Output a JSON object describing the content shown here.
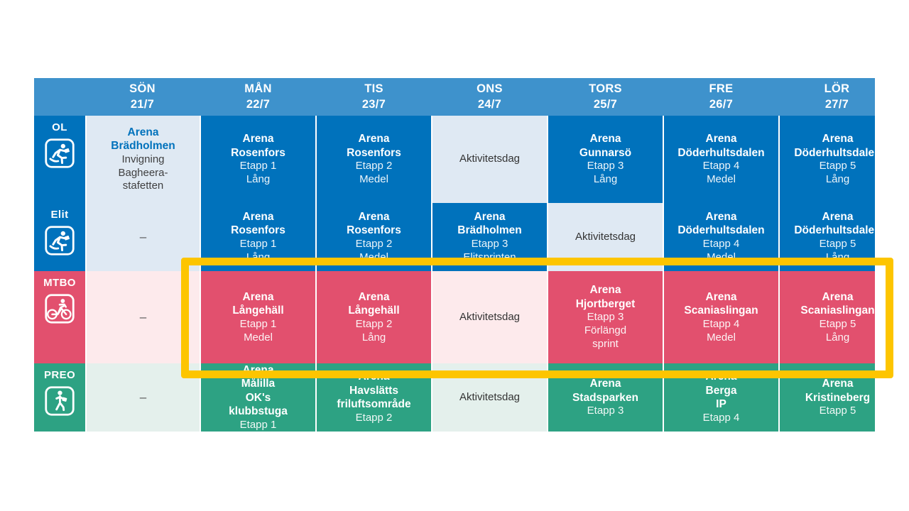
{
  "table": {
    "corner_label": "",
    "columns": [
      {
        "day": "SÖN",
        "date": "21/7"
      },
      {
        "day": "MÅN",
        "date": "22/7"
      },
      {
        "day": "TIS",
        "date": "23/7"
      },
      {
        "day": "ONS",
        "date": "24/7"
      },
      {
        "day": "TORS",
        "date": "25/7"
      },
      {
        "day": "FRE",
        "date": "26/7"
      },
      {
        "day": "LÖR",
        "date": "27/7"
      }
    ],
    "rows": [
      {
        "category": "OL",
        "icon": "runner-icon",
        "color": "#0072bc",
        "cells": [
          {
            "style": "ol-lite",
            "arena": "Arena Brädholmen",
            "lines": [
              "Invigning",
              "Bagheera-",
              "stafetten"
            ]
          },
          {
            "style": "ol",
            "arena": "Arena Rosenfors",
            "lines": [
              "Etapp 1",
              "Lång"
            ]
          },
          {
            "style": "ol",
            "arena": "Arena Rosenfors",
            "lines": [
              "Etapp 2",
              "Medel"
            ]
          },
          {
            "style": "ol-lite",
            "plain": "Aktivitetsdag"
          },
          {
            "style": "ol",
            "arena": "Arena Gunnarsö",
            "lines": [
              "Etapp 3",
              "Lång"
            ]
          },
          {
            "style": "ol",
            "arena": "Arena Döderhultsdalen",
            "lines": [
              "Etapp 4",
              "Medel"
            ]
          },
          {
            "style": "ol",
            "arena": "Arena Döderhultsdalen",
            "lines": [
              "Etapp 5",
              "Lång"
            ]
          }
        ]
      },
      {
        "category": "Elit",
        "icon": "runner-icon",
        "color": "#0072bc",
        "cells": [
          {
            "style": "ol-lite",
            "dash": "–"
          },
          {
            "style": "ol",
            "arena": "Arena Rosenfors",
            "lines": [
              "Etapp 1",
              "Lång"
            ]
          },
          {
            "style": "ol",
            "arena": "Arena Rosenfors",
            "lines": [
              "Etapp 2",
              "Medel"
            ]
          },
          {
            "style": "ol",
            "arena": "Arena Brädholmen",
            "lines": [
              "Etapp 3",
              "Elitsprinten"
            ]
          },
          {
            "style": "ol-lite",
            "plain": "Aktivitetsdag"
          },
          {
            "style": "ol",
            "arena": "Arena Döderhultsdalen",
            "lines": [
              "Etapp 4",
              "Medel"
            ]
          },
          {
            "style": "ol",
            "arena": "Arena Döderhultsdalen",
            "lines": [
              "Etapp 5",
              "Lång"
            ]
          }
        ]
      },
      {
        "category": "MTBO",
        "icon": "cyclist-icon",
        "color": "#e2506e",
        "cells": [
          {
            "style": "mtbo-lite",
            "dash": "–"
          },
          {
            "style": "mtbo",
            "arena": "Arena Långehäll",
            "lines": [
              "Etapp 1",
              "Medel"
            ]
          },
          {
            "style": "mtbo",
            "arena": "Arena Långehäll",
            "lines": [
              "Etapp 2",
              "Lång"
            ]
          },
          {
            "style": "mtbo-lite",
            "plain": "Aktivitetsdag"
          },
          {
            "style": "mtbo",
            "arena": "Arena Hjortberget",
            "lines": [
              "Etapp 3",
              "Förlängd",
              "sprint"
            ]
          },
          {
            "style": "mtbo",
            "arena": "Arena Scaniaslingan",
            "lines": [
              "Etapp 4",
              "Medel"
            ]
          },
          {
            "style": "mtbo",
            "arena": "Arena Scaniaslingan",
            "lines": [
              "Etapp 5",
              "Lång"
            ]
          }
        ]
      },
      {
        "category": "PREO",
        "icon": "walker-icon",
        "color": "#2da283",
        "cells": [
          {
            "style": "preo-lite",
            "dash": "–"
          },
          {
            "style": "preo",
            "arena": "Arena Målilla OK's klubbstuga",
            "lines": [
              "Etapp 1"
            ]
          },
          {
            "style": "preo",
            "arena": "Arena Havslätts friluftsområde",
            "lines": [
              "Etapp 2"
            ]
          },
          {
            "style": "preo-lite",
            "plain": "Aktivitetsdag"
          },
          {
            "style": "preo",
            "arena": "Arena Stadsparken",
            "lines": [
              "Etapp 3"
            ]
          },
          {
            "style": "preo",
            "arena": "Arena Berga IP",
            "lines": [
              "Etapp 4"
            ]
          },
          {
            "style": "preo",
            "arena": "Arena Kristineberg",
            "lines": [
              "Etapp 5"
            ]
          }
        ]
      }
    ]
  },
  "highlight": {
    "name": "mtbo-row-highlight",
    "color": "#fdc500"
  },
  "colors": {
    "header_blue": "#3e92cc",
    "ol_blue": "#0072bc",
    "ol_light": "#dfe9f3",
    "mtbo_pink": "#e2506e",
    "mtbo_light": "#fdeaec",
    "preo_green": "#2da283",
    "preo_light": "#e4f0ec",
    "highlight_yellow": "#fdc500"
  }
}
